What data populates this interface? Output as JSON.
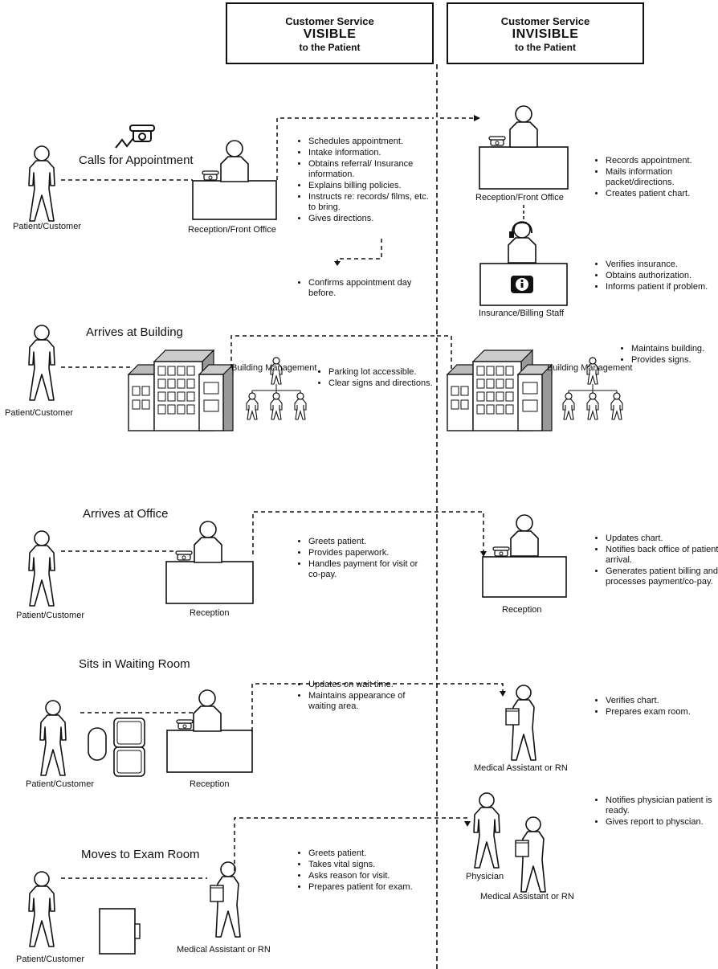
{
  "headers": {
    "visible": {
      "line1": "Customer Service",
      "line2": "VISIBLE",
      "line3": "to the Patient"
    },
    "invisible": {
      "line1": "Customer Service",
      "line2": "INVISIBLE",
      "line3": "to the Patient"
    }
  },
  "steps": [
    {
      "title": "Calls for Appointment",
      "patient": "Patient/Customer",
      "staff": "Reception/Front Office",
      "visible_tasks": [
        "Schedules appointment.",
        "Intake information.",
        "Obtains referral/ Insurance information.",
        "Explains billing policies.",
        "Instructs re: records/ films, etc. to bring.",
        "Gives directions."
      ],
      "visible_followup": [
        "Confirms appointment day before."
      ]
    },
    {
      "title": "Arrives at Building",
      "patient": "Patient/Customer",
      "staff": "Building Management",
      "visible_tasks": [
        "Parking lot accessible.",
        "Clear signs and directions."
      ]
    },
    {
      "title": "Arrives at Office",
      "patient": "Patient/Customer",
      "staff": "Reception",
      "visible_tasks": [
        "Greets patient.",
        "Provides paperwork.",
        "Handles payment for visit or co-pay."
      ]
    },
    {
      "title": "Sits in Waiting Room",
      "patient": "Patient/Customer",
      "staff": "Reception",
      "visible_tasks": [
        "Updates on wait time.",
        "Maintains appearance of waiting area."
      ]
    },
    {
      "title": "Moves to Exam Room",
      "patient": "Patient/Customer",
      "staff": "Medical Assistant or RN",
      "visible_tasks": [
        "Greets patient.",
        "Takes vital signs.",
        "Asks reason for visit.",
        "Prepares patient for exam."
      ]
    }
  ],
  "invisible": [
    {
      "staff": "Reception/Front Office",
      "tasks": [
        "Records appointment.",
        "Mails information packet/directions.",
        "Creates patient chart."
      ]
    },
    {
      "staff": "Insurance/Billing Staff",
      "tasks": [
        "Verifies insurance.",
        "Obtains authorization.",
        "Informs patient if problem."
      ]
    },
    {
      "staff": "Building Management",
      "tasks": [
        "Maintains building.",
        "Provides signs."
      ]
    },
    {
      "staff": "Reception",
      "tasks": [
        "Updates chart.",
        "Notifies back office of patient arrival.",
        "Generates patient billing and processes payment/co-pay."
      ]
    },
    {
      "staff": "Medical Assistant or RN",
      "tasks": [
        "Verifies chart.",
        "Prepares exam room."
      ]
    },
    {
      "staff_physician": "Physician",
      "staff_assistant": "Medical Assistant or RN",
      "tasks": [
        "Notifies physician patient is ready.",
        "Gives report to physcian."
      ]
    }
  ]
}
